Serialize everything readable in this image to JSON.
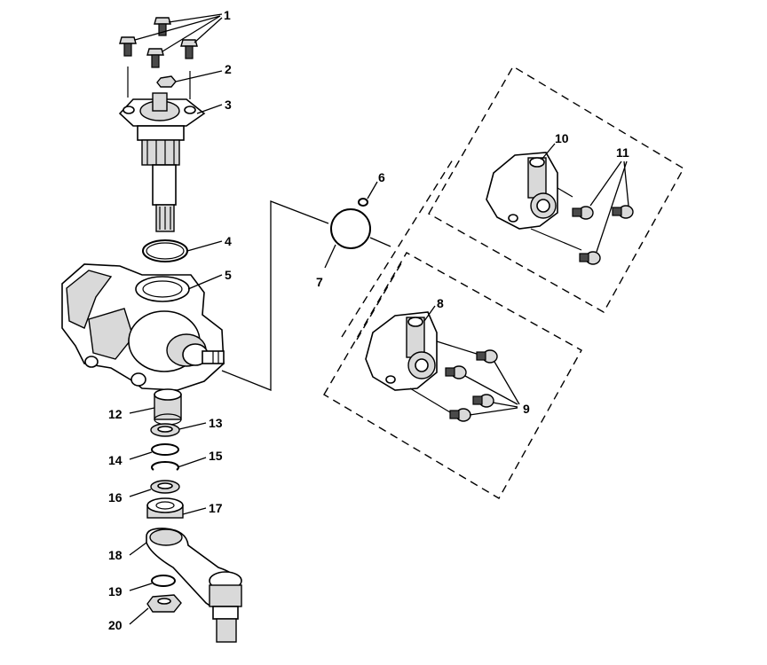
{
  "diagram": {
    "callouts": [
      {
        "key": "c1",
        "text": "1"
      },
      {
        "key": "c2",
        "text": "2"
      },
      {
        "key": "c3",
        "text": "3"
      },
      {
        "key": "c4",
        "text": "4"
      },
      {
        "key": "c5",
        "text": "5"
      },
      {
        "key": "c6",
        "text": "6"
      },
      {
        "key": "c7",
        "text": "7"
      },
      {
        "key": "c8",
        "text": "8"
      },
      {
        "key": "c9",
        "text": "9"
      },
      {
        "key": "c10",
        "text": "10"
      },
      {
        "key": "c11",
        "text": "11"
      },
      {
        "key": "c12",
        "text": "12"
      },
      {
        "key": "c13",
        "text": "13"
      },
      {
        "key": "c14",
        "text": "14"
      },
      {
        "key": "c15",
        "text": "15"
      },
      {
        "key": "c16",
        "text": "16"
      },
      {
        "key": "c17",
        "text": "17"
      },
      {
        "key": "c18",
        "text": "18"
      },
      {
        "key": "c19",
        "text": "19"
      },
      {
        "key": "c20",
        "text": "20"
      }
    ]
  }
}
